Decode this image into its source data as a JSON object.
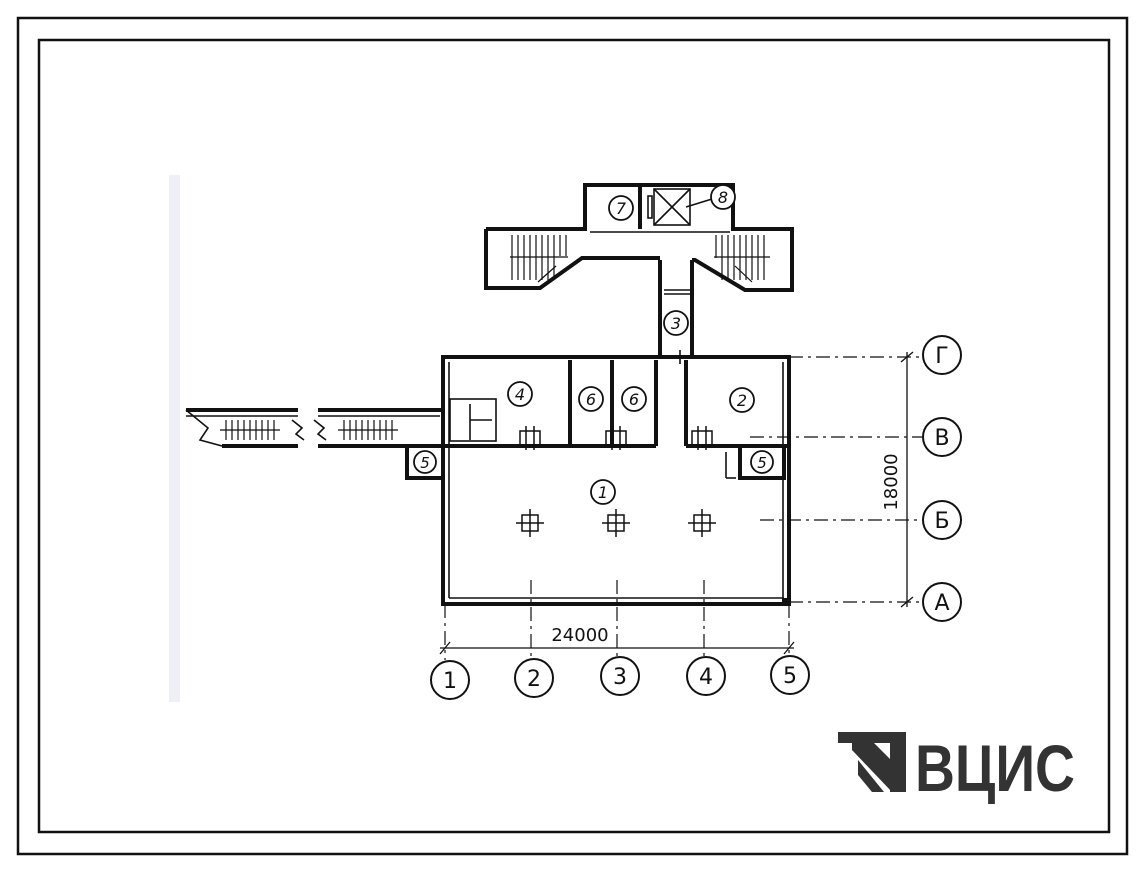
{
  "drawing": {
    "dimensions": {
      "width": "24000",
      "height": "18000"
    },
    "axes": {
      "numeric": [
        "1",
        "2",
        "3",
        "4",
        "5"
      ],
      "letter": [
        "Г",
        "В",
        "Б",
        "А"
      ]
    },
    "rooms": [
      {
        "id": "room-1",
        "number": "1"
      },
      {
        "id": "room-2",
        "number": "2"
      },
      {
        "id": "room-3",
        "number": "3"
      },
      {
        "id": "room-4",
        "number": "4"
      },
      {
        "id": "room-5a",
        "number": "5"
      },
      {
        "id": "room-5b",
        "number": "5"
      },
      {
        "id": "room-6a",
        "number": "6"
      },
      {
        "id": "room-6b",
        "number": "6"
      },
      {
        "id": "room-7",
        "number": "7"
      },
      {
        "id": "room-8",
        "number": "8"
      }
    ]
  },
  "logo": {
    "text": "ВЦИС",
    "color": "#333333"
  },
  "colors": {
    "ink": "#111111",
    "paper": "#ffffff",
    "margin_strip": "#eef0f5"
  }
}
